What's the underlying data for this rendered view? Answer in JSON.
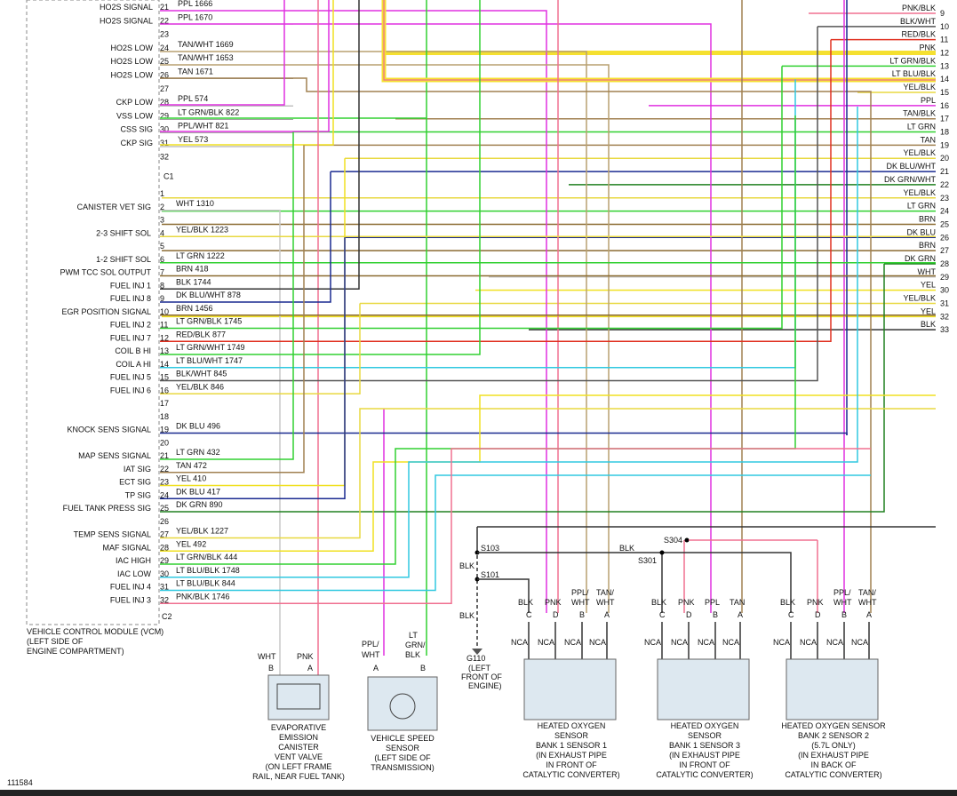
{
  "module": {
    "title_lines": [
      "VEHICLE CONTROL MODULE (VCM)",
      "(LEFT SIDE OF",
      "ENGINE COMPARTMENT)"
    ],
    "connector_c1": "C1",
    "connector_c2": "C2"
  },
  "c1_pins": [
    {
      "pin": "21",
      "signal": "HO2S SIGNAL",
      "wire": "PPL",
      "circuit": "1666",
      "color": "#e030e0"
    },
    {
      "pin": "22",
      "signal": "HO2S SIGNAL",
      "wire": "PPL",
      "circuit": "1670",
      "color": "#e030e0"
    },
    {
      "pin": "23",
      "signal": "",
      "wire": "",
      "circuit": "",
      "color": ""
    },
    {
      "pin": "24",
      "signal": "HO2S LOW",
      "wire": "TAN/WHT",
      "circuit": "1669",
      "color": "#b8a070"
    },
    {
      "pin": "25",
      "signal": "HO2S LOW",
      "wire": "TAN/WHT",
      "circuit": "1653",
      "color": "#b8a070"
    },
    {
      "pin": "26",
      "signal": "HO2S LOW",
      "wire": "TAN",
      "circuit": "1671",
      "color": "#a08050"
    },
    {
      "pin": "27",
      "signal": "",
      "wire": "",
      "circuit": "",
      "color": ""
    },
    {
      "pin": "28",
      "signal": "CKP LOW",
      "wire": "PPL",
      "circuit": "574",
      "color": "#e030e0"
    },
    {
      "pin": "29",
      "signal": "VSS LOW",
      "wire": "LT GRN/BLK",
      "circuit": "822",
      "color": "#30c030"
    },
    {
      "pin": "30",
      "signal": "CSS SIG",
      "wire": "PPL/WHT",
      "circuit": "821",
      "color": "#e030e0"
    },
    {
      "pin": "31",
      "signal": "CKP SIG",
      "wire": "YEL",
      "circuit": "573",
      "color": "#f0e020"
    },
    {
      "pin": "32",
      "signal": "",
      "wire": "",
      "circuit": "",
      "color": ""
    }
  ],
  "c2_pins": [
    {
      "pin": "1",
      "signal": "",
      "wire": "",
      "circuit": "",
      "color": ""
    },
    {
      "pin": "2",
      "signal": "CANISTER VET SIG",
      "wire": "WHT",
      "circuit": "1310",
      "color": "#c8c8c8"
    },
    {
      "pin": "3",
      "signal": "",
      "wire": "",
      "circuit": "",
      "color": ""
    },
    {
      "pin": "4",
      "signal": "2-3 SHIFT SOL",
      "wire": "YEL/BLK",
      "circuit": "1223",
      "color": "#e8d840"
    },
    {
      "pin": "5",
      "signal": "",
      "wire": "",
      "circuit": "",
      "color": ""
    },
    {
      "pin": "6",
      "signal": "1-2 SHIFT SOL",
      "wire": "LT GRN",
      "circuit": "1222",
      "color": "#30d030"
    },
    {
      "pin": "7",
      "signal": "PWM TCC SOL OUTPUT",
      "wire": "BRN",
      "circuit": "418",
      "color": "#8a6a30"
    },
    {
      "pin": "8",
      "signal": "FUEL INJ 1",
      "wire": "BLK",
      "circuit": "1744",
      "color": "#333333"
    },
    {
      "pin": "9",
      "signal": "FUEL INJ 8",
      "wire": "DK BLU/WHT",
      "circuit": "878",
      "color": "#2040b0"
    },
    {
      "pin": "10",
      "signal": "EGR POSITION SIGNAL",
      "wire": "BRN",
      "circuit": "1456",
      "color": "#8a6a30"
    },
    {
      "pin": "11",
      "signal": "FUEL INJ 2",
      "wire": "LT GRN/BLK",
      "circuit": "1745",
      "color": "#30c030"
    },
    {
      "pin": "12",
      "signal": "FUEL INJ 7",
      "wire": "RED/BLK",
      "circuit": "877",
      "color": "#e03020"
    },
    {
      "pin": "13",
      "signal": "COIL B HI",
      "wire": "LT GRN/WHT",
      "circuit": "1749",
      "color": "#30c030"
    },
    {
      "pin": "14",
      "signal": "COIL A HI",
      "wire": "LT BLU/WHT",
      "circuit": "1747",
      "color": "#30c8e0"
    },
    {
      "pin": "15",
      "signal": "FUEL INJ 5",
      "wire": "BLK/WHT",
      "circuit": "845",
      "color": "#444444"
    },
    {
      "pin": "16",
      "signal": "FUEL INJ 6",
      "wire": "YEL/BLK",
      "circuit": "846",
      "color": "#e8d840"
    },
    {
      "pin": "17",
      "signal": "",
      "wire": "",
      "circuit": "",
      "color": ""
    },
    {
      "pin": "18",
      "signal": "",
      "wire": "",
      "circuit": "",
      "color": ""
    },
    {
      "pin": "19",
      "signal": "KNOCK SENS SIGNAL",
      "wire": "DK BLU",
      "circuit": "496",
      "color": "#1a2a90"
    },
    {
      "pin": "20",
      "signal": "",
      "wire": "",
      "circuit": "",
      "color": ""
    },
    {
      "pin": "21",
      "signal": "MAP SENS SIGNAL",
      "wire": "LT GRN",
      "circuit": "432",
      "color": "#30d030"
    },
    {
      "pin": "22",
      "signal": "IAT SIG",
      "wire": "TAN",
      "circuit": "472",
      "color": "#a08050"
    },
    {
      "pin": "23",
      "signal": "ECT SIG",
      "wire": "YEL",
      "circuit": "410",
      "color": "#f0e020"
    },
    {
      "pin": "24",
      "signal": "TP SIG",
      "wire": "DK BLU",
      "circuit": "417",
      "color": "#1a2a90"
    },
    {
      "pin": "25",
      "signal": "FUEL TANK PRESS SIG",
      "wire": "DK GRN",
      "circuit": "890",
      "color": "#208020"
    },
    {
      "pin": "26",
      "signal": "",
      "wire": "",
      "circuit": "",
      "color": ""
    },
    {
      "pin": "27",
      "signal": "TEMP SENS SIGNAL",
      "wire": "YEL/BLK",
      "circuit": "1227",
      "color": "#e8d840"
    },
    {
      "pin": "28",
      "signal": "MAF SIGNAL",
      "wire": "YEL",
      "circuit": "492",
      "color": "#f0e020"
    },
    {
      "pin": "29",
      "signal": "IAC HIGH",
      "wire": "LT GRN/BLK",
      "circuit": "444",
      "color": "#30c030"
    },
    {
      "pin": "30",
      "signal": "IAC LOW",
      "wire": "LT BLU/BLK",
      "circuit": "1748",
      "color": "#30c8e0"
    },
    {
      "pin": "31",
      "signal": "FUEL INJ 4",
      "wire": "LT BLU/BLK",
      "circuit": "844",
      "color": "#30c8e0"
    },
    {
      "pin": "32",
      "signal": "FUEL INJ 3",
      "wire": "PNK/BLK",
      "circuit": "1746",
      "color": "#f07090"
    }
  ],
  "right_pins": [
    {
      "pin": "9",
      "wire": "PNK/BLK"
    },
    {
      "pin": "10",
      "wire": "BLK/WHT"
    },
    {
      "pin": "11",
      "wire": "RED/BLK"
    },
    {
      "pin": "12",
      "wire": "PNK"
    },
    {
      "pin": "13",
      "wire": "LT GRN/BLK"
    },
    {
      "pin": "14",
      "wire": "LT BLU/BLK"
    },
    {
      "pin": "15",
      "wire": "YEL/BLK"
    },
    {
      "pin": "16",
      "wire": "PPL"
    },
    {
      "pin": "17",
      "wire": "TAN/BLK"
    },
    {
      "pin": "18",
      "wire": "LT GRN"
    },
    {
      "pin": "19",
      "wire": "TAN"
    },
    {
      "pin": "20",
      "wire": "YEL/BLK"
    },
    {
      "pin": "21",
      "wire": "DK BLU/WHT"
    },
    {
      "pin": "22",
      "wire": "DK GRN/WHT"
    },
    {
      "pin": "23",
      "wire": "YEL/BLK"
    },
    {
      "pin": "24",
      "wire": "LT GRN"
    },
    {
      "pin": "25",
      "wire": "BRN"
    },
    {
      "pin": "26",
      "wire": "DK BLU"
    },
    {
      "pin": "27",
      "wire": "BRN"
    },
    {
      "pin": "28",
      "wire": "DK GRN"
    },
    {
      "pin": "29",
      "wire": "WHT"
    },
    {
      "pin": "30",
      "wire": "YEL"
    },
    {
      "pin": "31",
      "wire": "YEL/BLK"
    },
    {
      "pin": "32",
      "wire": "YEL"
    },
    {
      "pin": "33",
      "wire": "BLK"
    }
  ],
  "splices": {
    "s103": "S103",
    "s101": "S101",
    "s304": "S304",
    "s301": "S301",
    "blk": "BLK",
    "ground": "G110",
    "ground_note": [
      "(LEFT",
      "FRONT OF",
      "ENGINE)"
    ]
  },
  "evap": {
    "pins": [
      {
        "letter": "B",
        "wire": "WHT"
      },
      {
        "letter": "A",
        "wire": "PNK"
      }
    ],
    "label": [
      "EVAPORATIVE",
      "EMISSION",
      "CANISTER",
      "VENT VALVE",
      "(ON LEFT FRAME",
      "RAIL, NEAR FUEL TANK)"
    ]
  },
  "vss": {
    "pins": [
      {
        "letter": "A",
        "wire": "PPL/WHT"
      },
      {
        "letter": "B",
        "wire": "LT GRN/BLK"
      }
    ],
    "label": [
      "VEHICLE SPEED",
      "SENSOR",
      "(LEFT SIDE OF",
      "TRANSMISSION)"
    ]
  },
  "ho2s": [
    {
      "pins": [
        {
          "letter": "C",
          "wire": "BLK"
        },
        {
          "letter": "D",
          "wire": "PNK"
        },
        {
          "letter": "B",
          "wire": "PPL/WHT"
        },
        {
          "letter": "A",
          "wire": "TAN/WHT"
        }
      ],
      "label": [
        "HEATED OXYGEN",
        "SENSOR",
        "BANK 1 SENSOR 1",
        "(IN EXHAUST PIPE",
        "IN FRONT OF",
        "CATALYTIC CONVERTER)"
      ]
    },
    {
      "pins": [
        {
          "letter": "C",
          "wire": "BLK"
        },
        {
          "letter": "D",
          "wire": "PNK"
        },
        {
          "letter": "B",
          "wire": "PPL"
        },
        {
          "letter": "A",
          "wire": "TAN"
        }
      ],
      "label": [
        "HEATED OXYGEN",
        "SENSOR",
        "BANK 1 SENSOR 3",
        "(IN EXHAUST PIPE",
        "IN FRONT OF",
        "CATALYTIC CONVERTER)"
      ]
    },
    {
      "pins": [
        {
          "letter": "C",
          "wire": "BLK"
        },
        {
          "letter": "D",
          "wire": "PNK"
        },
        {
          "letter": "B",
          "wire": "PPL/WHT"
        },
        {
          "letter": "A",
          "wire": "TAN/WHT"
        }
      ],
      "label": [
        "HEATED OXYGEN SENSOR",
        "BANK 2 SENSOR 2",
        "(5.7L ONLY)",
        "(IN EXHAUST PIPE",
        "IN BACK OF",
        "CATALYTIC CONVERTER)"
      ]
    }
  ],
  "nca": "NCA",
  "figure_id": "111584"
}
